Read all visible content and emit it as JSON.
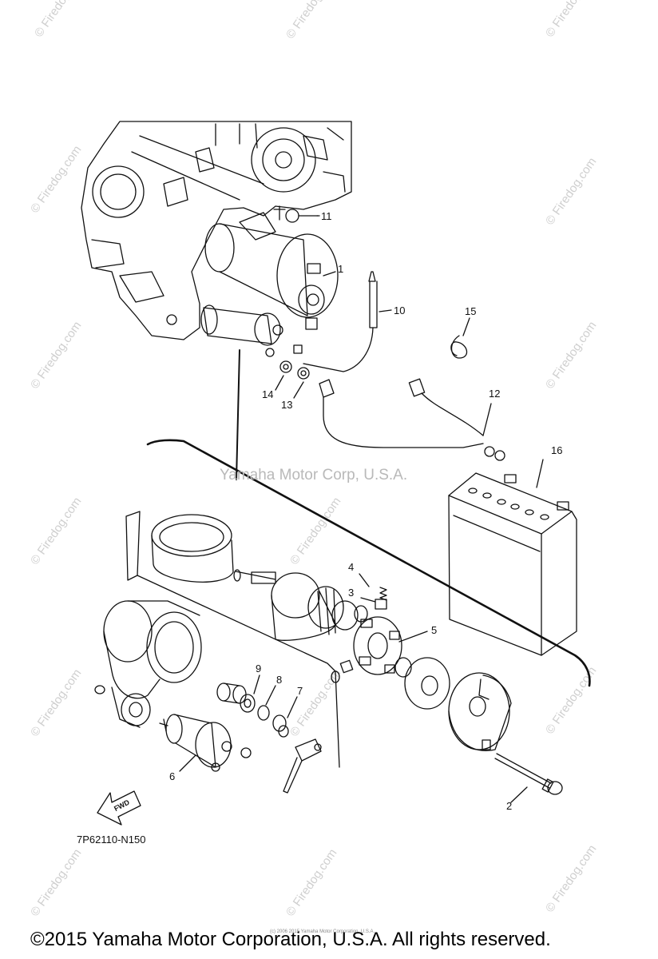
{
  "watermarks": {
    "firedog": "© Firedog.com",
    "center": "Yamaha Motor Corp, U.S.A.",
    "tiny": "(c) 2006 2015 Yamaha Motor Corporation, U.S.A."
  },
  "diagram": {
    "code": "7P62110-N150",
    "fwd_label": "FWD",
    "callouts": {
      "c1": "1",
      "c2": "2",
      "c3": "3",
      "c4": "4",
      "c5": "5",
      "c6": "6",
      "c7": "7",
      "c8": "8",
      "c9": "9",
      "c10": "10",
      "c11": "11",
      "c12": "12",
      "c13": "13",
      "c14": "14",
      "c15": "15",
      "c16": "16"
    }
  },
  "footer": {
    "copyright": "©2015 Yamaha Motor Corporation, U.S.A. All rights reserved."
  }
}
